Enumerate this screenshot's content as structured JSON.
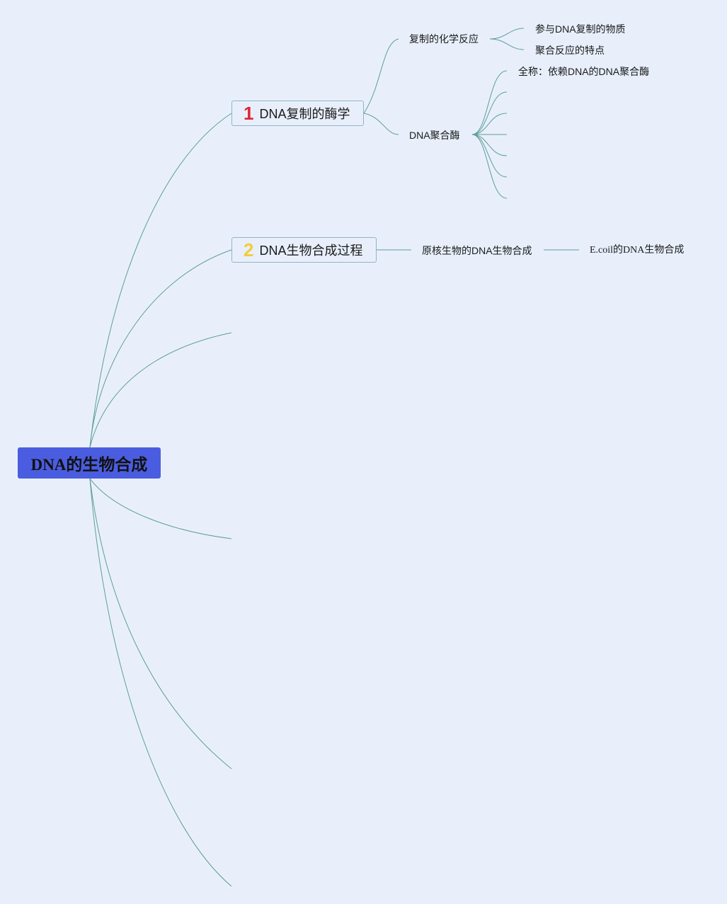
{
  "root": {
    "label": "DNA的生物合成"
  },
  "branches": [
    {
      "number": "1",
      "label": "DNA复制的酶学",
      "children": [
        {
          "label": "复制的化学反应",
          "children": [
            "参与DNA复制的物质",
            "聚合反应的特点"
          ]
        },
        {
          "label": "DNA聚合酶",
          "children": [
            "全称：依赖DNA的DNA聚合酶"
          ]
        }
      ]
    },
    {
      "number": "2",
      "label": "DNA生物合成过程",
      "children": [
        {
          "label": "原核生物的DNA生物合成",
          "children": [
            "E.coil的DNA生物合成"
          ]
        }
      ]
    }
  ],
  "colors": {
    "background": "#e8effb",
    "root_fill": "#4a5de0",
    "connector": "#5e9e98",
    "branch_border": "#8fb6c2",
    "number_1": "#e02434",
    "number_2": "#f2cd3a"
  }
}
